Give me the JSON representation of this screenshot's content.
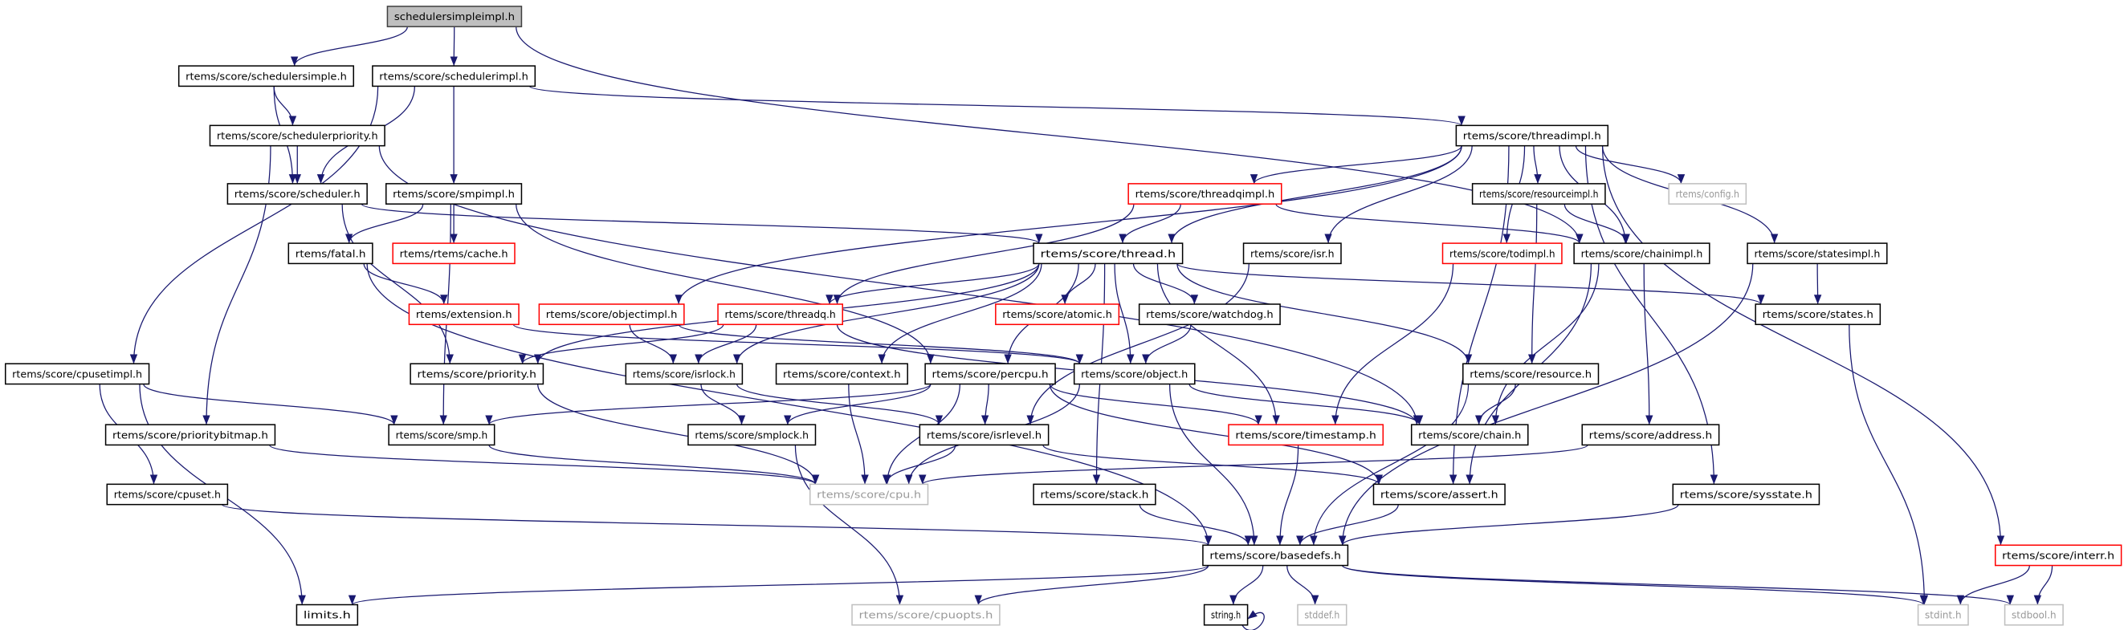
{
  "graph": {
    "edge_color": "#191970",
    "styles": {
      "root": {
        "fill": "#bfbfbf",
        "stroke": "#404040"
      },
      "normal": {
        "fill": "#ffffff",
        "stroke": "#000000"
      },
      "red": {
        "fill": "#ffffff",
        "stroke": "#ff0000"
      },
      "system": {
        "fill": "#ffffff",
        "stroke": "#bfbfbf"
      }
    },
    "nodes": [
      {
        "id": "n1",
        "label": "schedulersimpleimpl.h",
        "style": "root"
      },
      {
        "id": "n2",
        "label": "rtems/score/schedulersimple.h",
        "style": "normal"
      },
      {
        "id": "n3",
        "label": "rtems/score/schedulerimpl.h",
        "style": "normal"
      },
      {
        "id": "n4",
        "label": "rtems/score/schedulerpriority.h",
        "style": "normal"
      },
      {
        "id": "n5",
        "label": "rtems/score/threadimpl.h",
        "style": "normal"
      },
      {
        "id": "n6",
        "label": "rtems/score/scheduler.h",
        "style": "normal"
      },
      {
        "id": "n7",
        "label": "rtems/score/smpimpl.h",
        "style": "normal"
      },
      {
        "id": "n8",
        "label": "rtems/score/threadqimpl.h",
        "style": "red"
      },
      {
        "id": "n9",
        "label": "rtems/score/resourceimpl.h",
        "style": "normal"
      },
      {
        "id": "n10",
        "label": "rtems/config.h",
        "style": "system"
      },
      {
        "id": "n11",
        "label": "rtems/fatal.h",
        "style": "normal"
      },
      {
        "id": "n12",
        "label": "rtems/rtems/cache.h",
        "style": "red"
      },
      {
        "id": "n13",
        "label": "rtems/score/thread.h",
        "style": "normal"
      },
      {
        "id": "n14",
        "label": "rtems/score/isr.h",
        "style": "normal"
      },
      {
        "id": "n15",
        "label": "rtems/score/todimpl.h",
        "style": "red"
      },
      {
        "id": "n16",
        "label": "rtems/score/chainimpl.h",
        "style": "normal"
      },
      {
        "id": "n17",
        "label": "rtems/score/statesimpl.h",
        "style": "normal"
      },
      {
        "id": "n18",
        "label": "rtems/extension.h",
        "style": "red"
      },
      {
        "id": "n19",
        "label": "rtems/score/objectimpl.h",
        "style": "red"
      },
      {
        "id": "n20",
        "label": "rtems/score/threadq.h",
        "style": "red"
      },
      {
        "id": "n21",
        "label": "rtems/score/atomic.h",
        "style": "red"
      },
      {
        "id": "n22",
        "label": "rtems/score/watchdog.h",
        "style": "normal"
      },
      {
        "id": "n23",
        "label": "rtems/score/states.h",
        "style": "normal"
      },
      {
        "id": "n24",
        "label": "rtems/score/cpusetimpl.h",
        "style": "normal"
      },
      {
        "id": "n25",
        "label": "rtems/score/priority.h",
        "style": "normal"
      },
      {
        "id": "n26",
        "label": "rtems/score/isrlock.h",
        "style": "normal"
      },
      {
        "id": "n27",
        "label": "rtems/score/context.h",
        "style": "normal"
      },
      {
        "id": "n28",
        "label": "rtems/score/percpu.h",
        "style": "normal"
      },
      {
        "id": "n29",
        "label": "rtems/score/object.h",
        "style": "normal"
      },
      {
        "id": "n30",
        "label": "rtems/score/resource.h",
        "style": "normal"
      },
      {
        "id": "n31",
        "label": "rtems/score/prioritybitmap.h",
        "style": "normal"
      },
      {
        "id": "n32",
        "label": "rtems/score/smp.h",
        "style": "normal"
      },
      {
        "id": "n33",
        "label": "rtems/score/smplock.h",
        "style": "normal"
      },
      {
        "id": "n34",
        "label": "rtems/score/isrlevel.h",
        "style": "normal"
      },
      {
        "id": "n35",
        "label": "rtems/score/timestamp.h",
        "style": "red"
      },
      {
        "id": "n36",
        "label": "rtems/score/chain.h",
        "style": "normal"
      },
      {
        "id": "n37",
        "label": "rtems/score/address.h",
        "style": "normal"
      },
      {
        "id": "n38",
        "label": "rtems/score/cpuset.h",
        "style": "normal"
      },
      {
        "id": "n39",
        "label": "rtems/score/cpu.h",
        "style": "system"
      },
      {
        "id": "n40",
        "label": "rtems/score/stack.h",
        "style": "normal"
      },
      {
        "id": "n41",
        "label": "rtems/score/assert.h",
        "style": "normal"
      },
      {
        "id": "n42",
        "label": "rtems/score/sysstate.h",
        "style": "normal"
      },
      {
        "id": "n43",
        "label": "rtems/score/basedefs.h",
        "style": "normal"
      },
      {
        "id": "n44",
        "label": "rtems/score/interr.h",
        "style": "red"
      },
      {
        "id": "n45",
        "label": "limits.h",
        "style": "normal"
      },
      {
        "id": "n46",
        "label": "rtems/score/cpuopts.h",
        "style": "system"
      },
      {
        "id": "n47",
        "label": "string.h",
        "style": "normal"
      },
      {
        "id": "n48",
        "label": "stddef.h",
        "style": "system"
      },
      {
        "id": "n49",
        "label": "stdint.h",
        "style": "system"
      },
      {
        "id": "n50",
        "label": "stdbool.h",
        "style": "system"
      }
    ],
    "edges": [
      [
        "n1",
        "n2"
      ],
      [
        "n1",
        "n3"
      ],
      [
        "n1",
        "n16"
      ],
      [
        "n2",
        "n6"
      ],
      [
        "n2",
        "n4"
      ],
      [
        "n3",
        "n24"
      ],
      [
        "n3",
        "n6"
      ],
      [
        "n3",
        "n7"
      ],
      [
        "n3",
        "n5"
      ],
      [
        "n4",
        "n6"
      ],
      [
        "n4",
        "n31"
      ],
      [
        "n4",
        "n36"
      ],
      [
        "n6",
        "n25"
      ],
      [
        "n6",
        "n13"
      ],
      [
        "n7",
        "n11"
      ],
      [
        "n7",
        "n12"
      ],
      [
        "n7",
        "n32"
      ],
      [
        "n7",
        "n28"
      ],
      [
        "n11",
        "n18"
      ],
      [
        "n11",
        "n43"
      ],
      [
        "n18",
        "n29"
      ],
      [
        "n19",
        "n26"
      ],
      [
        "n19",
        "n29"
      ],
      [
        "n5",
        "n19"
      ],
      [
        "n5",
        "n13"
      ],
      [
        "n5",
        "n8"
      ],
      [
        "n5",
        "n14"
      ],
      [
        "n5",
        "n15"
      ],
      [
        "n5",
        "n9"
      ],
      [
        "n5",
        "n16"
      ],
      [
        "n5",
        "n10"
      ],
      [
        "n5",
        "n17"
      ],
      [
        "n5",
        "n41"
      ],
      [
        "n5",
        "n42"
      ],
      [
        "n5",
        "n44"
      ],
      [
        "n8",
        "n13"
      ],
      [
        "n8",
        "n20"
      ],
      [
        "n8",
        "n16"
      ],
      [
        "n9",
        "n30"
      ],
      [
        "n9",
        "n16"
      ],
      [
        "n13",
        "n25"
      ],
      [
        "n13",
        "n20"
      ],
      [
        "n13",
        "n26"
      ],
      [
        "n13",
        "n27"
      ],
      [
        "n13",
        "n28"
      ],
      [
        "n13",
        "n21"
      ],
      [
        "n13",
        "n22"
      ],
      [
        "n13",
        "n29"
      ],
      [
        "n13",
        "n40"
      ],
      [
        "n13",
        "n35"
      ],
      [
        "n13",
        "n30"
      ],
      [
        "n13",
        "n23"
      ],
      [
        "n14",
        "n34"
      ],
      [
        "n15",
        "n35"
      ],
      [
        "n16",
        "n36"
      ],
      [
        "n16",
        "n37"
      ],
      [
        "n16",
        "n41"
      ],
      [
        "n17",
        "n23"
      ],
      [
        "n17",
        "n43"
      ],
      [
        "n20",
        "n25"
      ],
      [
        "n20",
        "n26"
      ],
      [
        "n20",
        "n36"
      ],
      [
        "n22",
        "n29"
      ],
      [
        "n23",
        "n49"
      ],
      [
        "n24",
        "n32"
      ],
      [
        "n24",
        "n38"
      ],
      [
        "n24",
        "n45"
      ],
      [
        "n25",
        "n39"
      ],
      [
        "n26",
        "n33"
      ],
      [
        "n26",
        "n34"
      ],
      [
        "n27",
        "n39"
      ],
      [
        "n28",
        "n32"
      ],
      [
        "n28",
        "n33"
      ],
      [
        "n28",
        "n34"
      ],
      [
        "n28",
        "n39"
      ],
      [
        "n28",
        "n35"
      ],
      [
        "n28",
        "n41"
      ],
      [
        "n29",
        "n39"
      ],
      [
        "n29",
        "n36"
      ],
      [
        "n29",
        "n43"
      ],
      [
        "n30",
        "n36"
      ],
      [
        "n30",
        "n43"
      ],
      [
        "n31",
        "n39"
      ],
      [
        "n32",
        "n39"
      ],
      [
        "n33",
        "n46"
      ],
      [
        "n34",
        "n39"
      ],
      [
        "n34",
        "n41"
      ],
      [
        "n35",
        "n43"
      ],
      [
        "n37",
        "n39"
      ],
      [
        "n38",
        "n43"
      ],
      [
        "n40",
        "n43"
      ],
      [
        "n41",
        "n43"
      ],
      [
        "n42",
        "n43"
      ],
      [
        "n43",
        "n45"
      ],
      [
        "n43",
        "n46"
      ],
      [
        "n43",
        "n47"
      ],
      [
        "n43",
        "n48"
      ],
      [
        "n43",
        "n49"
      ],
      [
        "n43",
        "n50"
      ],
      [
        "n47",
        "n47"
      ],
      [
        "n44",
        "n49"
      ],
      [
        "n44",
        "n50"
      ]
    ]
  }
}
